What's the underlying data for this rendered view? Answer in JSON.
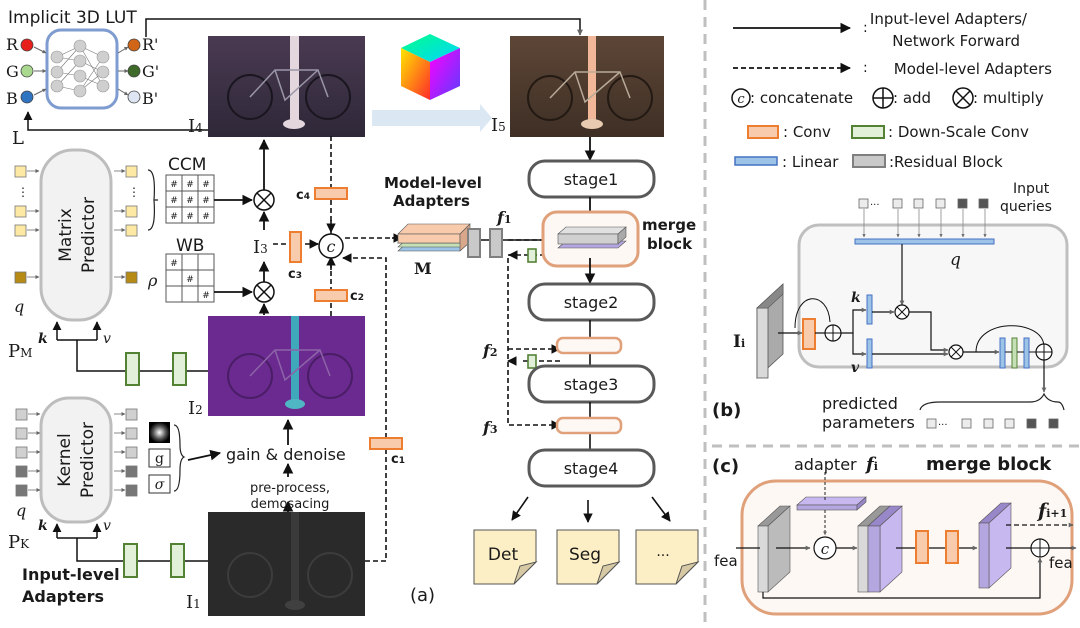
{
  "panel_a": {
    "label": "(a)",
    "lut": {
      "title": "Implicit 3D LUT",
      "inputs": [
        "R",
        "G",
        "B"
      ],
      "outputs": [
        "R'",
        "G'",
        "B'"
      ],
      "input_colors": [
        "#e8201b",
        "#a9d88e",
        "#2f74c0"
      ],
      "output_colors": [
        "#d06518",
        "#3e6b2a",
        "#dde6f2"
      ]
    },
    "images": {
      "i1": "I",
      "i1_sub": "1",
      "i2": "I",
      "i2_sub": "2",
      "i3": "I",
      "i3_sub": "3",
      "i4": "I",
      "i4_sub": "4",
      "i5": "I",
      "i5_sub": "5",
      "L": "L"
    },
    "matrix_predictor": {
      "label_line1": "Matrix",
      "label_line2": "Predictor",
      "q": "q",
      "k": "k",
      "v": "v",
      "p": "P",
      "p_sub": "M"
    },
    "kernel_predictor": {
      "label_line1": "Kernel",
      "label_line2": "Predictor",
      "q": "q",
      "k": "k",
      "v": "v",
      "p": "P",
      "p_sub": "K"
    },
    "ccm": {
      "label": "CCM",
      "cells": [
        "#",
        "#",
        "#",
        "#",
        "#",
        "#",
        "#",
        "#",
        "#"
      ]
    },
    "wb": {
      "label": "WB",
      "cells": [
        "#",
        "",
        "",
        "",
        "#",
        "",
        "",
        "",
        "#"
      ],
      "rho": "ρ"
    },
    "kernel_params": {
      "g": "g",
      "sigma": "σ"
    },
    "gain_denoise": "gain & denoise",
    "preprocess_line1": "pre-process,",
    "preprocess_line2": "demosacing",
    "conv_labels": {
      "c1": "c",
      "c1_sub": "1",
      "c2": "c",
      "c2_sub": "2",
      "c3": "c",
      "c3_sub": "3",
      "c4": "c",
      "c4_sub": "4"
    },
    "concat_symbol": "c",
    "model_level_title_line1": "Model-level",
    "model_level_title_line2": "Adapters",
    "M_label": "M",
    "input_level_title_line1": "Input-level",
    "input_level_title_line2": "Adapters",
    "features": {
      "f1": "f",
      "f1_sub": "1",
      "f2": "f",
      "f2_sub": "2",
      "f3": "f",
      "f3_sub": "3"
    },
    "merge_block_line1": "merge",
    "merge_block_line2": "block",
    "stages": [
      "stage1",
      "stage2",
      "stage3",
      "stage4"
    ],
    "tasks": [
      "Det",
      "Seg",
      "..."
    ]
  },
  "legend": {
    "solid": "Input-level Adapters/",
    "solid_line2": "Network Forward",
    "dashed": "Model-level Adapters",
    "colon": ":",
    "concat": ": concatenate",
    "add": ": add",
    "multiply": ": multiply",
    "conv": ": Conv",
    "downscale": ": Down-Scale Conv",
    "linear": ": Linear",
    "residual": ":Residual Block"
  },
  "panel_b": {
    "label": "(b)",
    "input_queries_line1": "Input",
    "input_queries_line2": "queries",
    "q": "q",
    "k": "k",
    "v": "v",
    "Ii": "I",
    "Ii_sub": "i",
    "predicted_line1": "predicted",
    "predicted_line2": "parameters",
    "dots": "···"
  },
  "panel_c": {
    "label": "(c)",
    "adapter": "adapter",
    "f_i": "f",
    "f_i_sub": "i",
    "f_next": "f",
    "f_next_sub": "i+1",
    "title": "merge block",
    "fea_in": "fea",
    "fea_out": "fea",
    "concat_symbol": "c"
  },
  "colors": {
    "conv_fill": "#f8cbad",
    "conv_stroke": "#ed7d31",
    "down_fill": "#e2f0d9",
    "down_stroke": "#548235",
    "linear_fill": "#9dc3e6",
    "linear_stroke": "#4472c4",
    "res_fill": "#c9c9c9",
    "res_stroke": "#7f7f7f",
    "merge_stroke": "#e0a07a",
    "merge_fill": "#fdf8f4",
    "task_fill": "#fdefc5",
    "purple": "#b4a7e0"
  }
}
